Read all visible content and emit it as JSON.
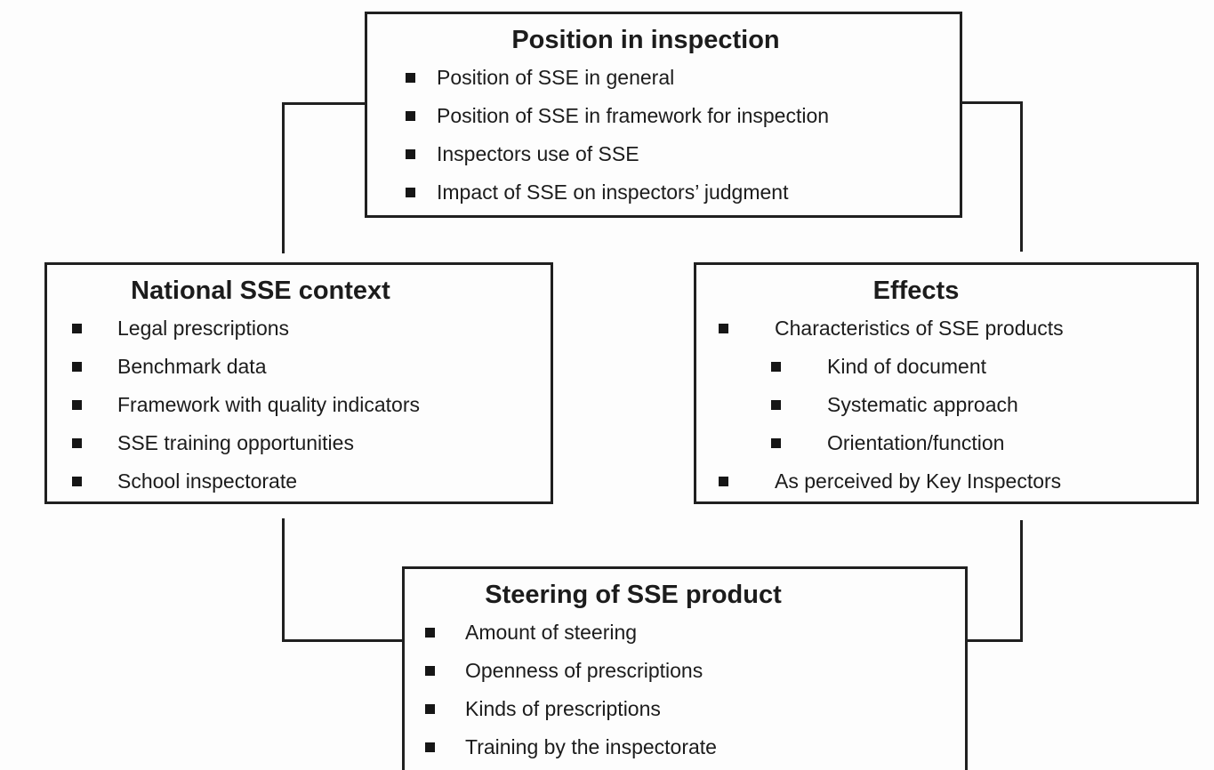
{
  "diagram": {
    "boxes": {
      "top": {
        "title": "Position in inspection",
        "items": [
          "Position of SSE in general",
          "Position of SSE in framework for inspection",
          "Inspectors use of SSE",
          "Impact of SSE on inspectors’ judgment"
        ]
      },
      "left": {
        "title": "National SSE context",
        "items": [
          "Legal prescriptions",
          "Benchmark data",
          "Framework with quality indicators",
          "SSE training opportunities",
          "School inspectorate"
        ]
      },
      "right": {
        "title": "Effects",
        "items": [
          {
            "text": "Characteristics of SSE products",
            "level": 1
          },
          {
            "text": "Kind of document",
            "level": 2
          },
          {
            "text": "Systematic approach",
            "level": 2
          },
          {
            "text": "Orientation/function",
            "level": 2
          },
          {
            "text": "As perceived by Key Inspectors",
            "level": 1
          }
        ]
      },
      "bottom": {
        "title": "Steering of SSE product",
        "items": [
          "Amount of steering",
          "Openness of prescriptions",
          "Kinds of prescriptions",
          "Training by the inspectorate"
        ]
      }
    },
    "colors": {
      "line": "#202020",
      "text": "#1c1c1c",
      "background": "#fdfdfd"
    }
  }
}
